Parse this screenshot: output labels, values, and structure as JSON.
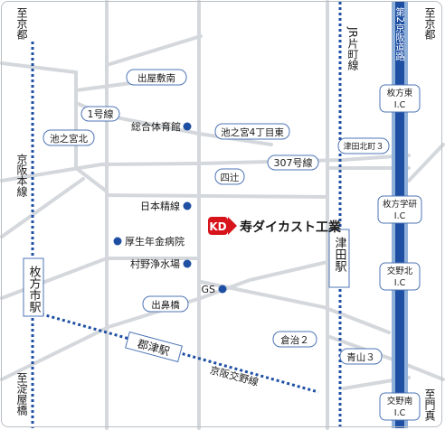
{
  "colors": {
    "road": "#d4d8dc",
    "highway": "#1e4fa3",
    "highway_edge": "#8fb0d8",
    "rail": "#1e4fa3",
    "label_border": "#4d74b4",
    "poi": "#1e4fa3",
    "logo_red": "#d7141b",
    "text": "#1a1a1a"
  },
  "labels": {
    "to_kyoto_left": "至京都",
    "to_kyoto_right": "至京都",
    "keihan_main": "京阪本線",
    "to_yodoyabashi": "至淀屋橋",
    "to_kadoma": "至門真",
    "jr_katamachi": "JR片町線",
    "keihan_2nd": "第2京阪道路",
    "tsuda_station": "津田駅",
    "hirakatashi_station": "枚方市駅",
    "gundzu_station": "郡津駅",
    "keihan_katano": "京阪交野線",
    "route_307": "307号線",
    "route_1": "1号線",
    "company": "寿ダイカスト工業",
    "logo": "KD"
  },
  "boxed_labels": {
    "demiyashikiminami": "出屋敷南",
    "ikenomiyakita": "池之宮北",
    "ikenomiya4": "池之宮4丁目東",
    "yotsutsuji": "四辻",
    "debanabashi": "出鼻橋",
    "kuraji2": "倉治２",
    "aoyama3": "青山３",
    "tsudakita3": "津田北町３"
  },
  "ic_labels": {
    "hirakata_higashi": [
      "枚方東",
      "I.C"
    ],
    "hirakata_gakken": [
      "枚方学研",
      "I.C"
    ],
    "katano_kita": [
      "交野北",
      "I.C"
    ],
    "katano_minami": [
      "交野南",
      "I.C"
    ]
  },
  "pois": {
    "sogo_taiikukan": "総合体育館",
    "nihon_seisen": "日本精線",
    "kosei_nenkin": "厚生年金病院",
    "murano_josui": "村野浄水場",
    "gs": "GS"
  }
}
